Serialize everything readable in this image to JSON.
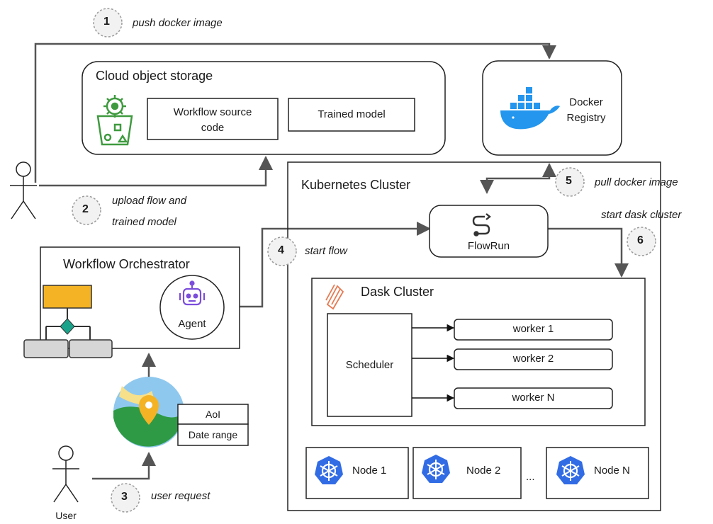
{
  "steps": [
    {
      "num": "1",
      "label": "push docker image"
    },
    {
      "num": "2",
      "label_line1": "upload flow and",
      "label_line2": "trained model"
    },
    {
      "num": "3",
      "label": "user request"
    },
    {
      "num": "4",
      "label": "start flow"
    },
    {
      "num": "5",
      "label": "pull docker image"
    },
    {
      "num": "6",
      "label": "start dask cluster"
    }
  ],
  "storage": {
    "title": "Cloud object storage",
    "workflow_line1": "Workflow source",
    "workflow_line2": "code",
    "model": "Trained model"
  },
  "registry": {
    "line1": "Docker",
    "line2": "Registry"
  },
  "k8s": {
    "title": "Kubernetes Cluster",
    "flowrun": "FlowRun",
    "dask_title": "Dask Cluster",
    "scheduler": "Scheduler",
    "workers": [
      "worker 1",
      "worker 2",
      "worker N"
    ],
    "nodes": [
      "Node 1",
      "Node 2",
      "Node N"
    ],
    "nodes_ellipsis": "..."
  },
  "orchestrator": {
    "title": "Workflow Orchestrator",
    "agent": "Agent"
  },
  "request": {
    "aoi": "AoI",
    "date_range": "Date range"
  },
  "user": {
    "label": "User"
  },
  "colors": {
    "line": "#555555",
    "docker": "#2496ed",
    "storage_green": "#3f9a3f",
    "k8s_blue": "#326ce5",
    "flowchart_yellow": "#f4b324",
    "flowchart_teal": "#1aa38b",
    "agent_purple": "#7c4ddb"
  }
}
